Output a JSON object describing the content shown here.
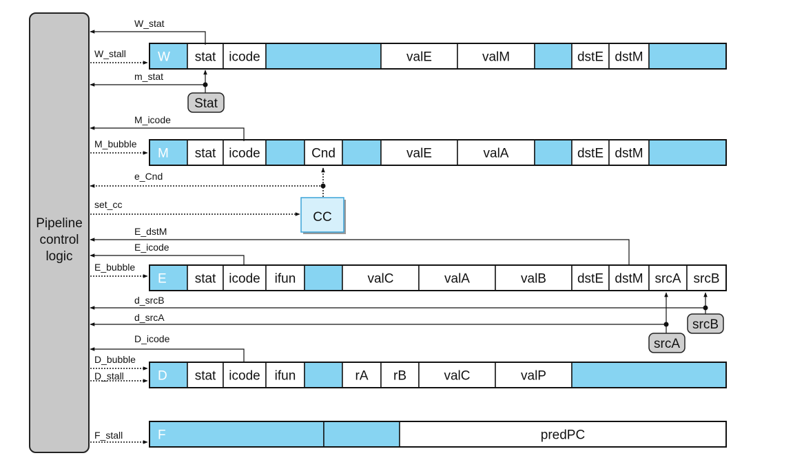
{
  "control": {
    "lines": [
      "Pipeline",
      "control",
      "logic"
    ]
  },
  "colors": {
    "register": "#87d4f2",
    "control_fill": "#c8c8c8",
    "cc_fill": "#d6f0fb",
    "box_fill": "#cfcfcf"
  },
  "registers": {
    "W": {
      "stage": "W",
      "fields": [
        "stat",
        "icode",
        "",
        "valE",
        "valM",
        "",
        "dstE",
        "dstM",
        ""
      ]
    },
    "M": {
      "stage": "M",
      "fields": [
        "stat",
        "icode",
        "",
        "Cnd",
        "",
        "valE",
        "valA",
        "",
        "dstE",
        "dstM",
        ""
      ]
    },
    "E": {
      "stage": "E",
      "fields": [
        "stat",
        "icode",
        "ifun",
        "",
        "valC",
        "valA",
        "valB",
        "dstE",
        "dstM",
        "srcA",
        "srcB"
      ]
    },
    "D": {
      "stage": "D",
      "fields": [
        "stat",
        "icode",
        "ifun",
        "",
        "rA",
        "rB",
        "valC",
        "valP",
        ""
      ]
    },
    "F": {
      "stage": "F",
      "fields": [
        "",
        "predPC",
        ""
      ]
    }
  },
  "signals": {
    "W_stat": "W_stat",
    "W_stall": "W_stall",
    "m_stat": "m_stat",
    "M_icode": "M_icode",
    "M_bubble": "M_bubble",
    "e_Cnd": "e_Cnd",
    "set_cc": "set_cc",
    "E_dstM": "E_dstM",
    "E_icode": "E_icode",
    "E_bubble": "E_bubble",
    "d_srcB": "d_srcB",
    "d_srcA": "d_srcA",
    "D_icode": "D_icode",
    "D_bubble": "D_bubble",
    "D_stall": "D_stall",
    "F_stall": "F_stall"
  },
  "units": {
    "stat": "Stat",
    "cc": "CC",
    "srcA": "srcA",
    "srcB": "srcB"
  }
}
